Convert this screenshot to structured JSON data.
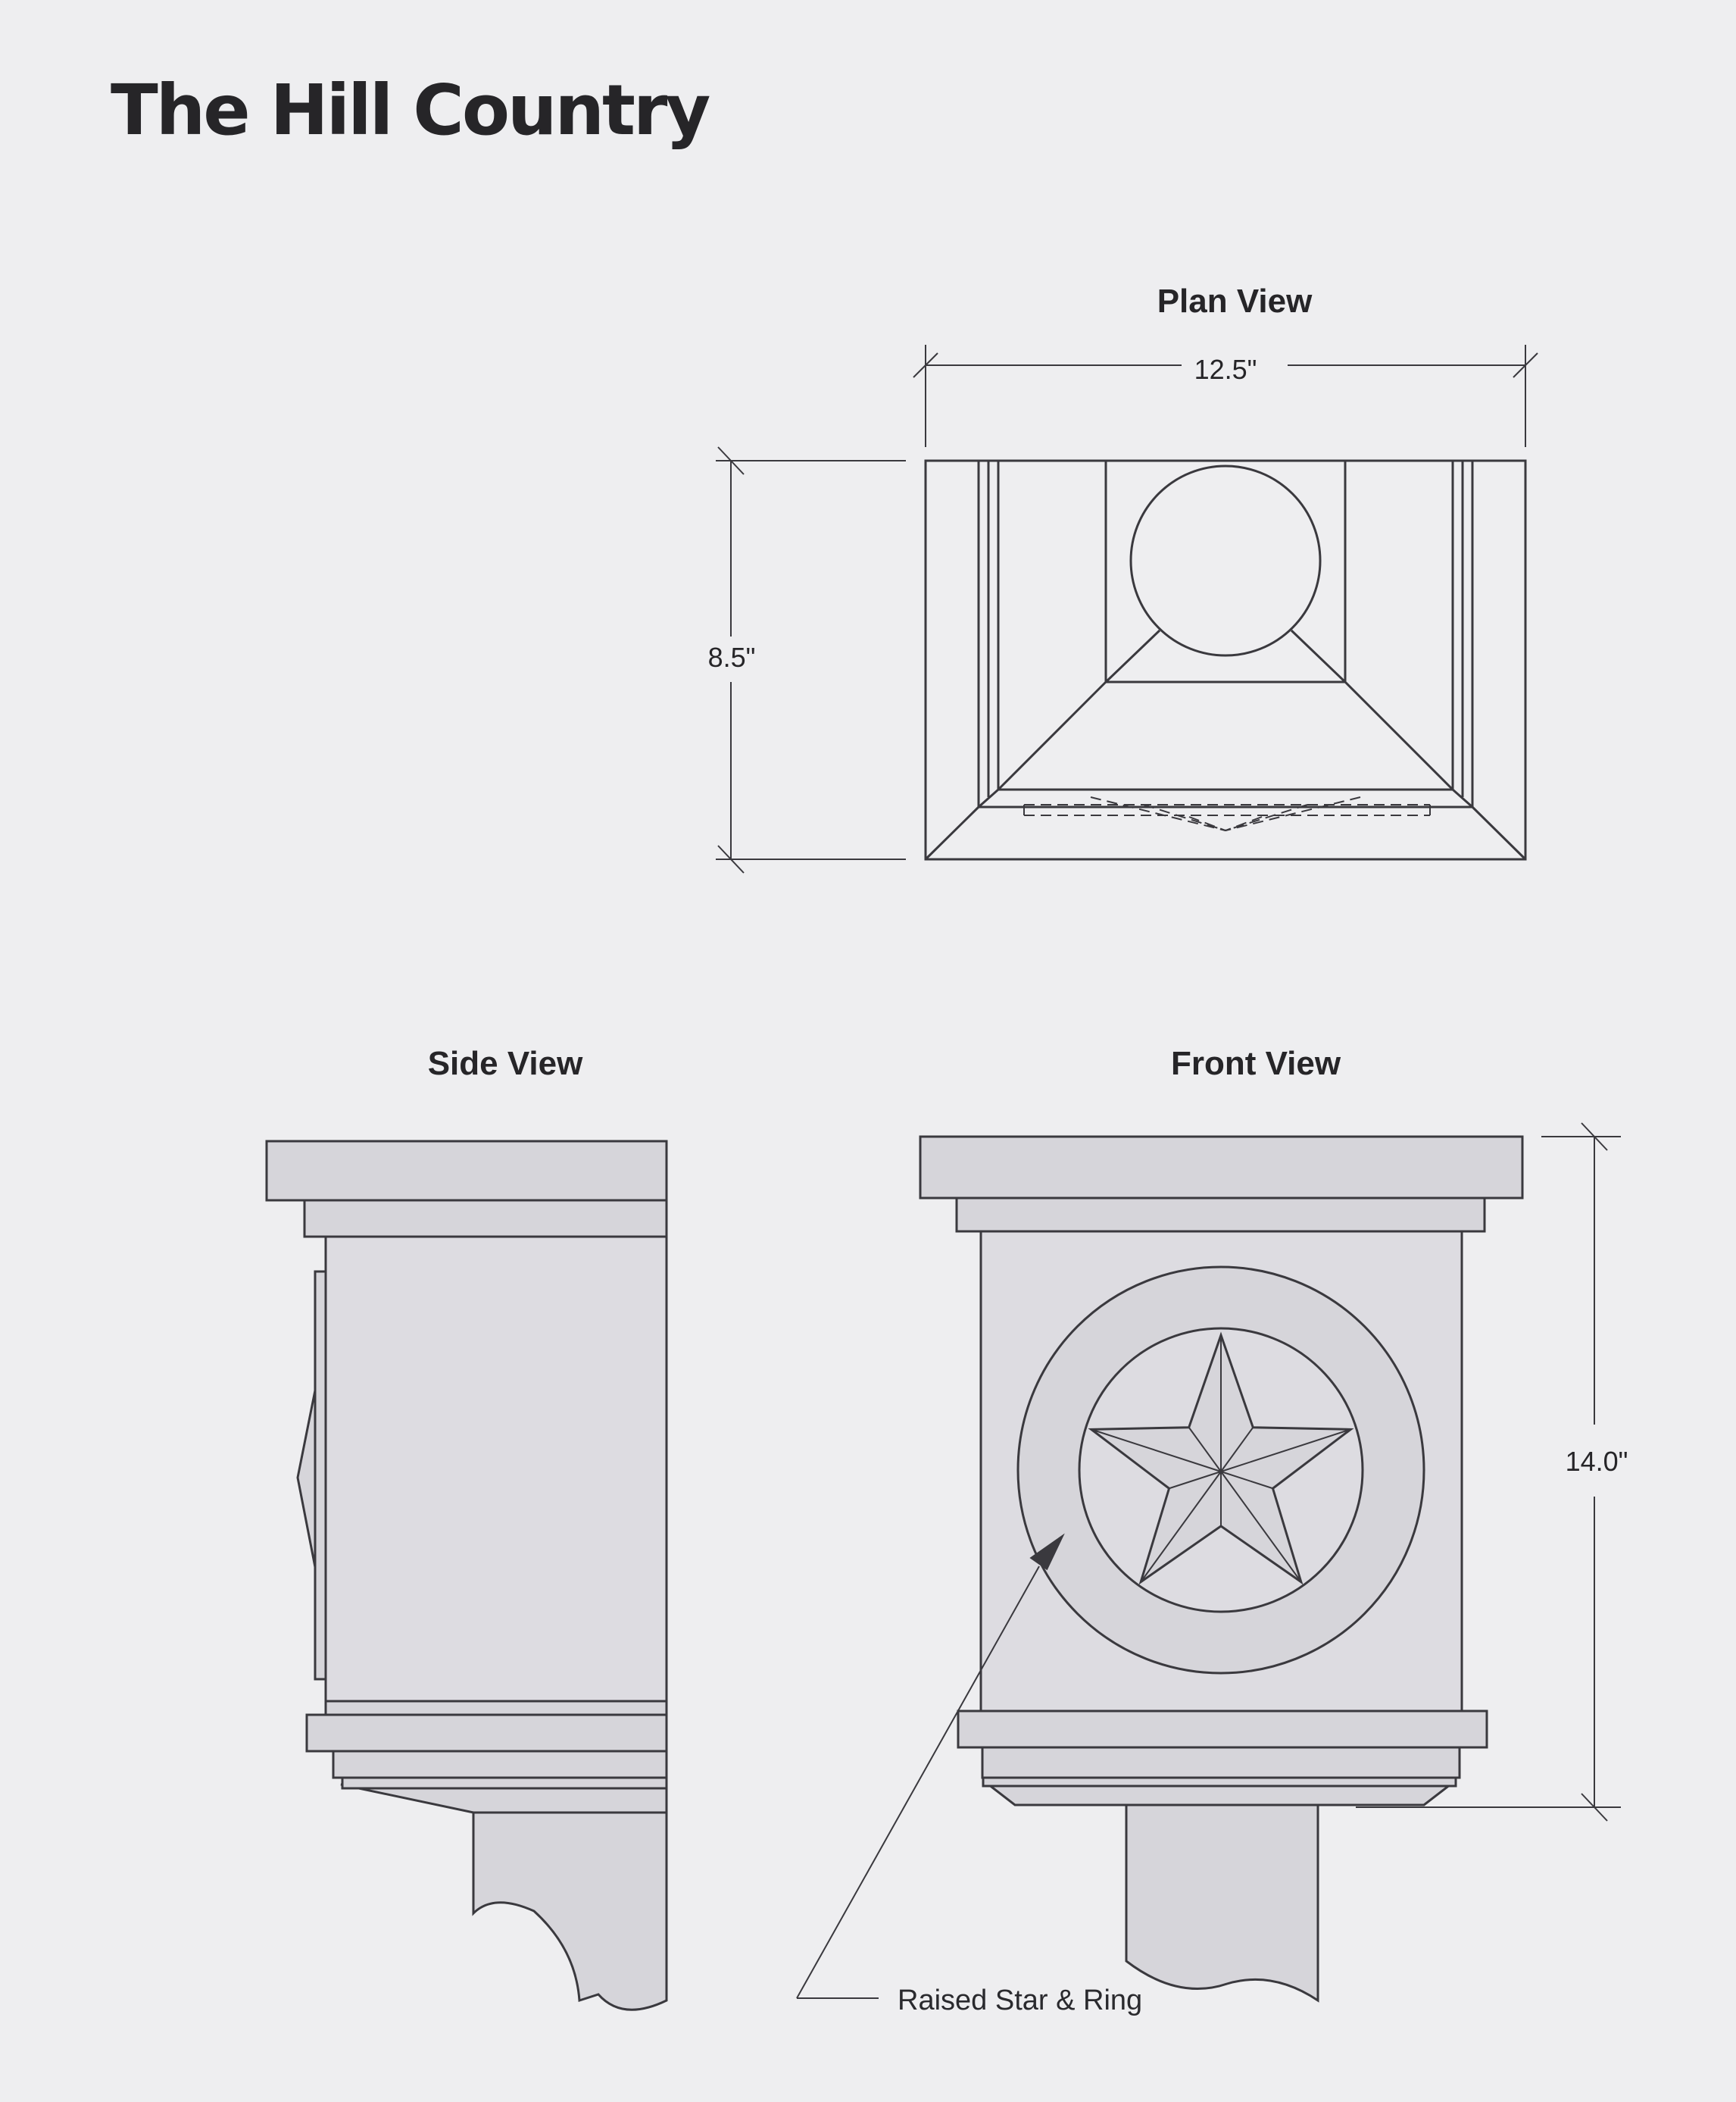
{
  "title": "The Hill Country",
  "views": {
    "plan": {
      "title": "Plan View",
      "width_dim": "12.5\"",
      "depth_dim": "8.5\""
    },
    "side": {
      "title": "Side View"
    },
    "front": {
      "title": "Front View",
      "height_dim": "14.0\""
    }
  },
  "callout": {
    "label": "Raised Star & Ring"
  },
  "colors": {
    "background": "#eeeef0",
    "stroke": "#3a393e",
    "fill": "#d6d5da",
    "fill_light": "#dddce1",
    "text": "#262528"
  }
}
